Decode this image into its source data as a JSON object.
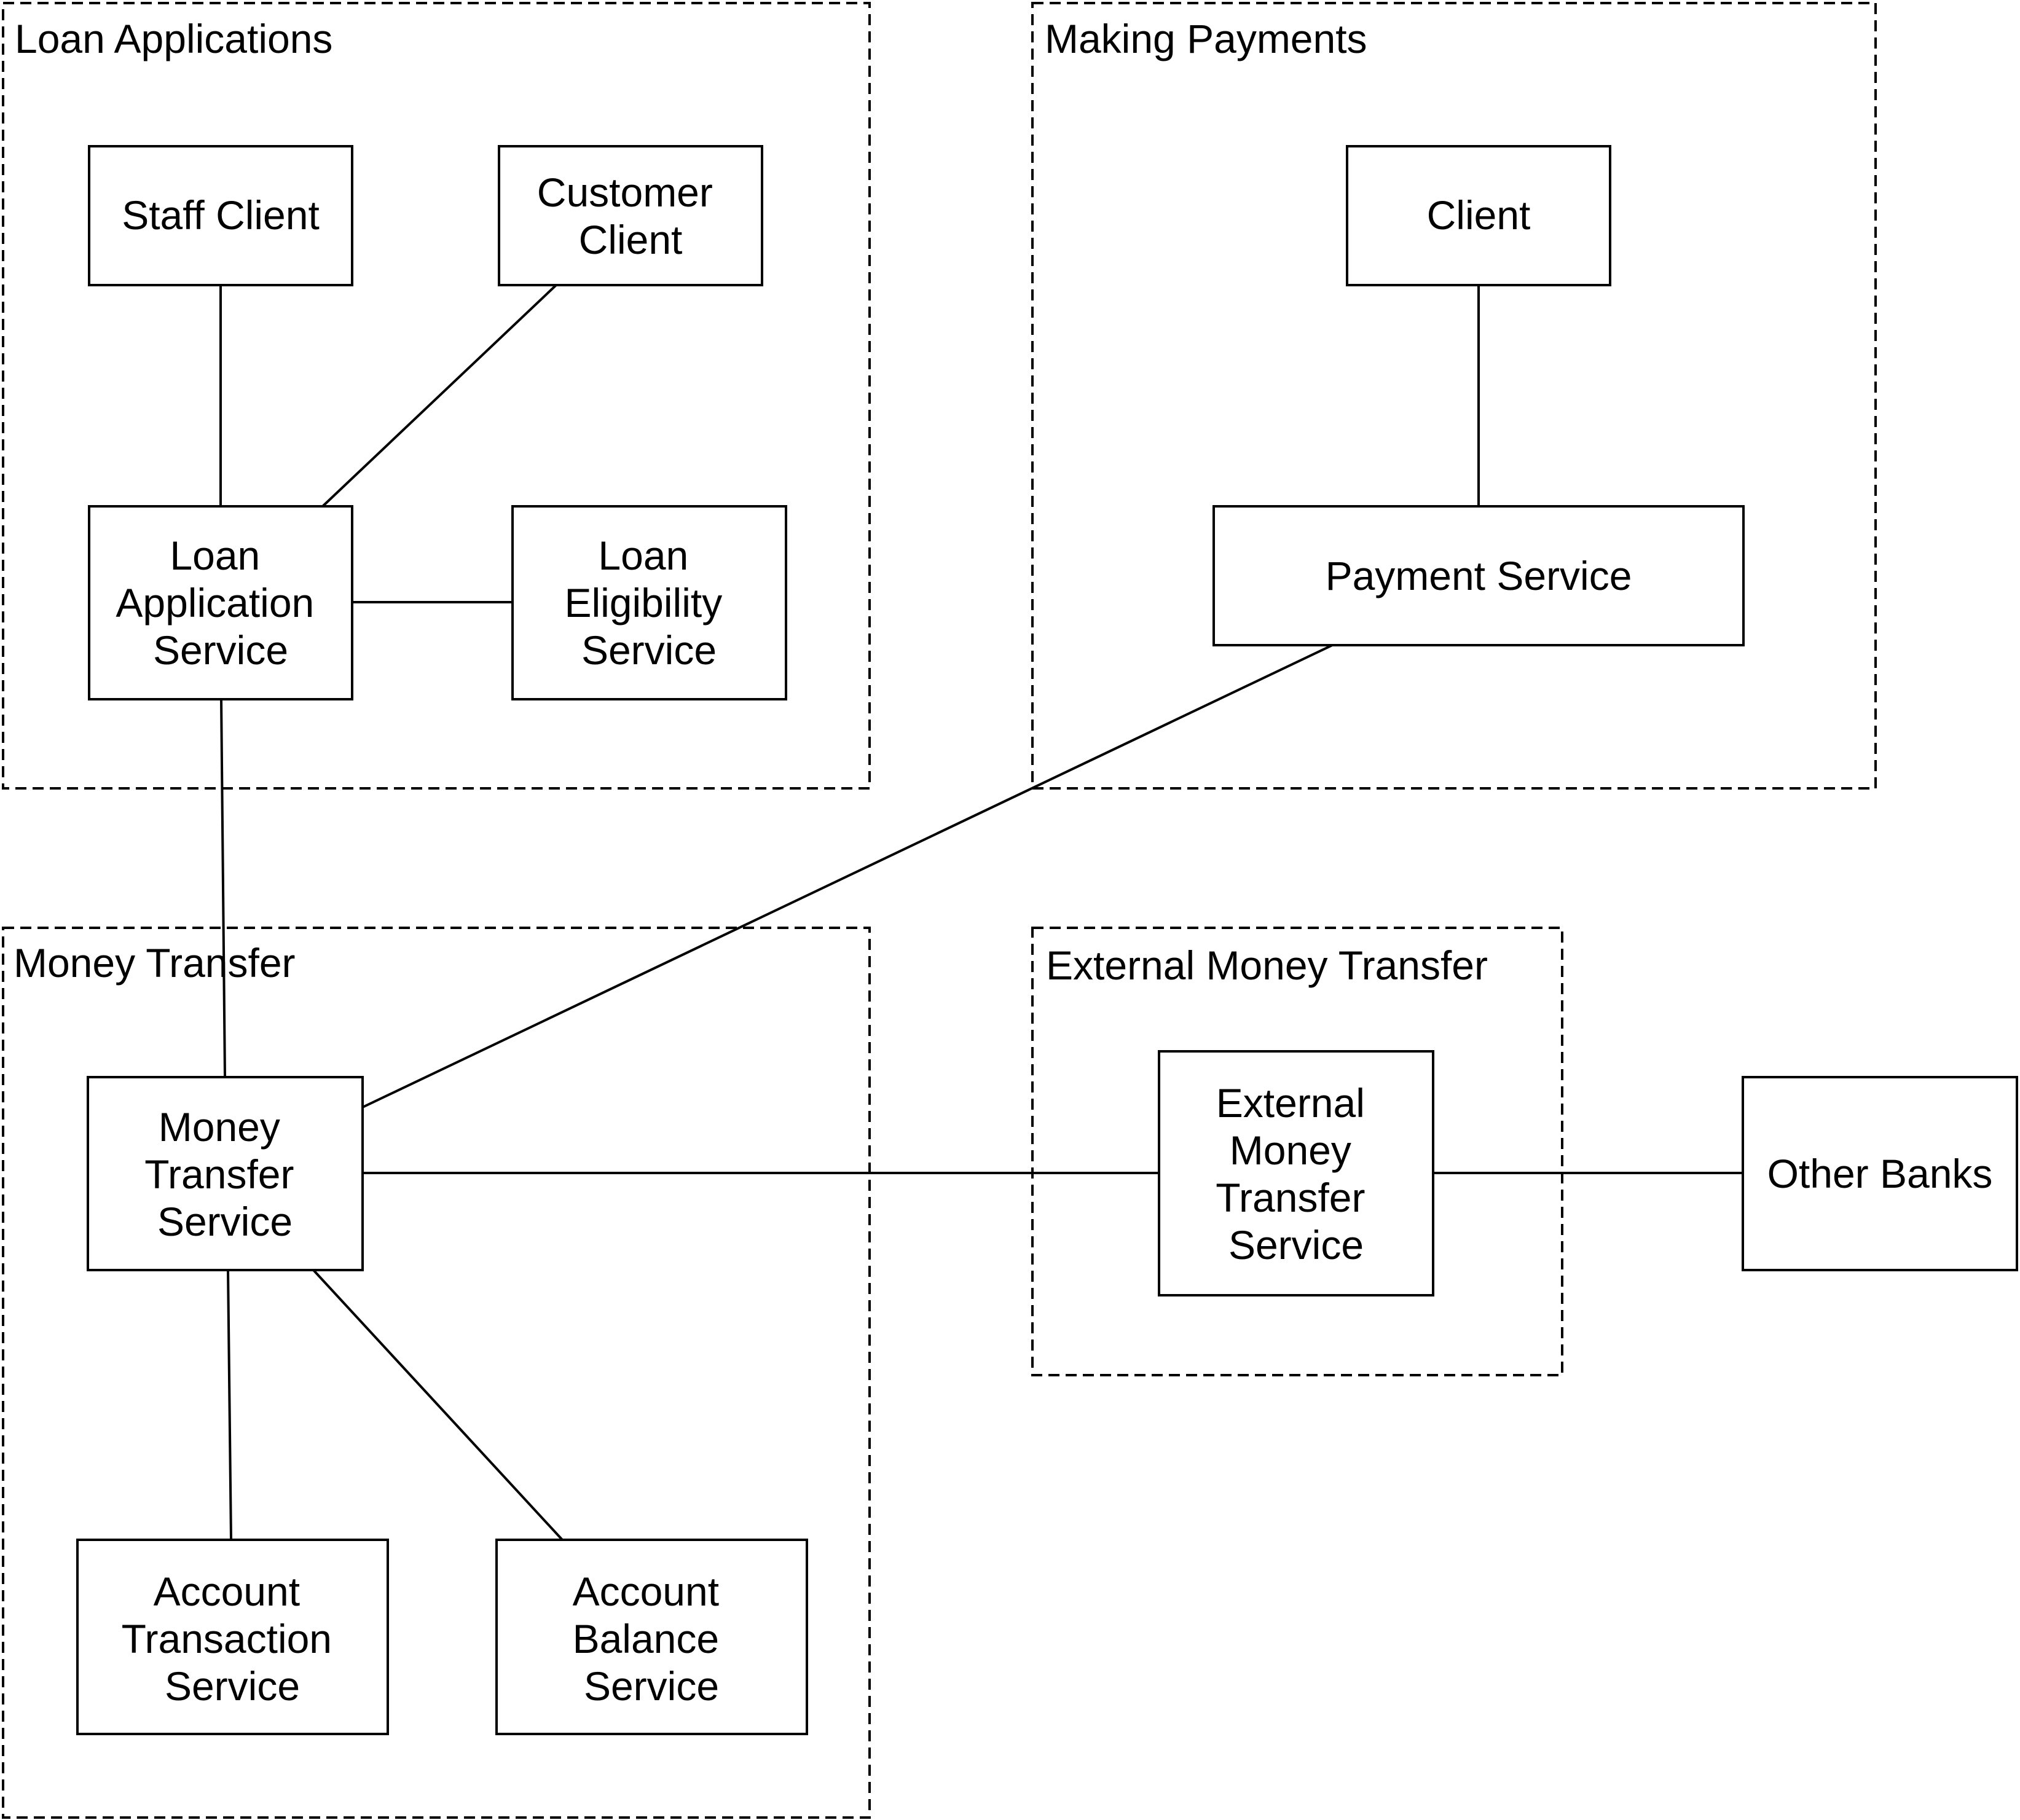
{
  "diagram": {
    "groups": {
      "loan_applications": "Loan Applications",
      "making_payments": "Making Payments",
      "money_transfer": "Money Transfer",
      "external_money_transfer": "External Money Transfer"
    },
    "nodes": {
      "staff_client": [
        "Staff Client"
      ],
      "customer_client": [
        "Customer",
        "Client"
      ],
      "loan_application_service": [
        "Loan",
        "Application",
        "Service"
      ],
      "loan_eligibility_service": [
        "Loan",
        "Eligibility",
        "Service"
      ],
      "client": [
        "Client"
      ],
      "payment_service": [
        "Payment Service"
      ],
      "money_transfer_service": [
        "Money",
        "Transfer",
        "Service"
      ],
      "account_transaction_service": [
        "Account",
        "Transaction",
        "Service"
      ],
      "account_balance_service": [
        "Account",
        "Balance",
        "Service"
      ],
      "external_money_transfer_service": [
        "External",
        "Money",
        "Transfer",
        "Service"
      ],
      "other_banks": [
        "Other Banks"
      ]
    },
    "edges": [
      [
        "staff_client",
        "loan_application_service"
      ],
      [
        "customer_client",
        "loan_application_service"
      ],
      [
        "loan_application_service",
        "loan_eligibility_service"
      ],
      [
        "loan_application_service",
        "money_transfer_service"
      ],
      [
        "client",
        "payment_service"
      ],
      [
        "payment_service",
        "money_transfer_service"
      ],
      [
        "money_transfer_service",
        "external_money_transfer_service"
      ],
      [
        "external_money_transfer_service",
        "other_banks"
      ],
      [
        "money_transfer_service",
        "account_transaction_service"
      ],
      [
        "money_transfer_service",
        "account_balance_service"
      ]
    ]
  }
}
